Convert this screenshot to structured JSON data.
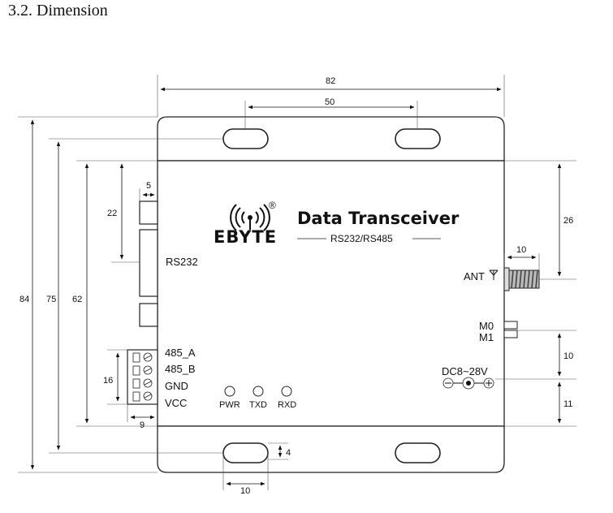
{
  "heading": "3.2.  Dimension",
  "brand": {
    "logo_text": "EBYTE",
    "registered": "®",
    "title": "Data Transceiver",
    "subtitle": "RS232/RS485"
  },
  "ports": {
    "rs232": "RS232",
    "ant": "ANT",
    "m0": "M0",
    "m1": "M1",
    "power": "DC8~28V",
    "terminal": [
      "485_A",
      "485_B",
      "GND",
      "VCC"
    ]
  },
  "leds": [
    "PWR",
    "TXD",
    "RXD"
  ],
  "dimensions": {
    "width_total": "82",
    "hole_spacing": "50",
    "height_84": "84",
    "height_75": "75",
    "height_62": "62",
    "db9_offset": "22",
    "db9_protrusion": "5",
    "terminal_height": "16",
    "terminal_width": "9",
    "ant_offset": "26",
    "ant_length": "10",
    "m_to_dc": "10",
    "dc_to_bottom": "11",
    "slot_height": "4",
    "slot_width": "10"
  }
}
